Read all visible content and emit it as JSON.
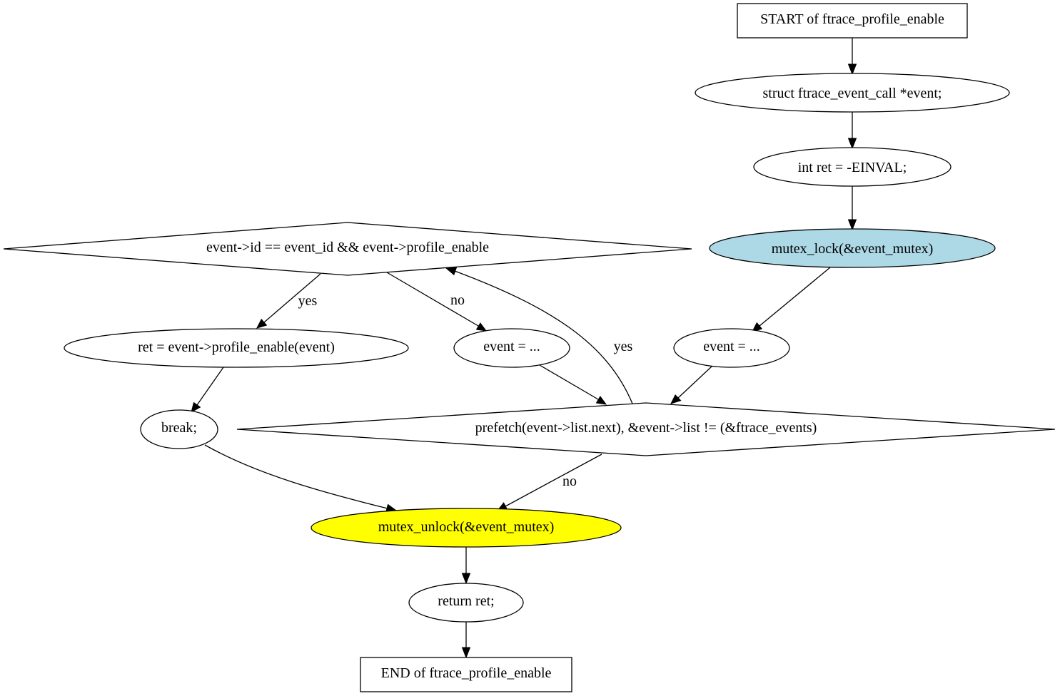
{
  "diagram": {
    "nodes": {
      "start": "START of ftrace_profile_enable",
      "decl_event": "struct ftrace_event_call *event;",
      "decl_ret": "int ret = -EINVAL;",
      "lock": "mutex_lock(&event_mutex)",
      "cond_id": "event->id == event_id && event->profile_enable",
      "ret_assign": "ret = event->profile_enable(event)",
      "event_next": "event = ...",
      "event_init": "event = ...",
      "break": "break;",
      "loop_cond": "prefetch(event->list.next), &event->list != (&ftrace_events)",
      "unlock": "mutex_unlock(&event_mutex)",
      "return": "return ret;",
      "end": "END of ftrace_profile_enable"
    },
    "edge_labels": {
      "cond_yes": "yes",
      "cond_no": "no",
      "loop_yes": "yes",
      "loop_no": "no"
    },
    "colors": {
      "lock_fill": "#add8e6",
      "unlock_fill": "#ffff00",
      "default_fill": "#ffffff",
      "stroke": "#000000"
    }
  }
}
